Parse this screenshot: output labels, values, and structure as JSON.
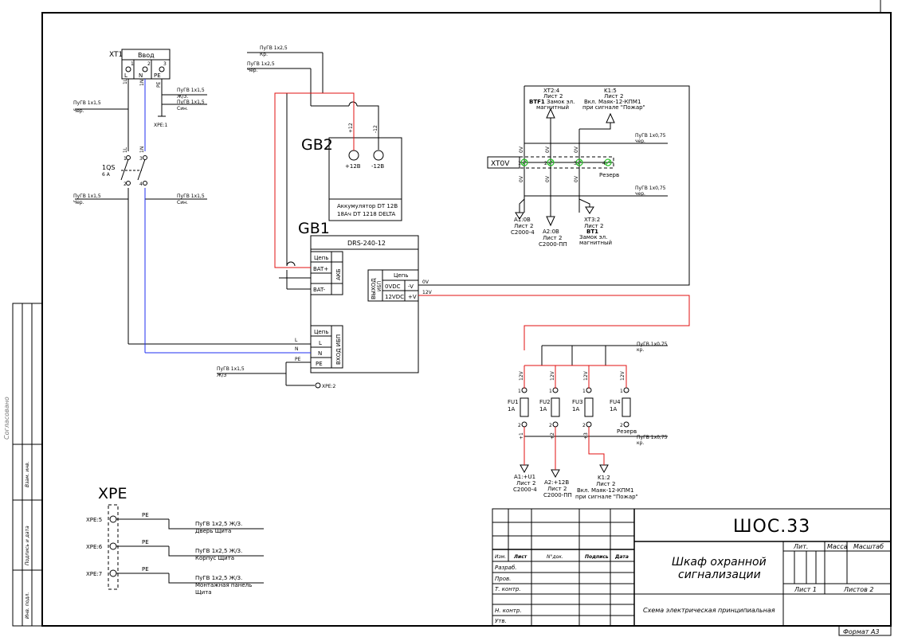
{
  "xt1": {
    "name": "XT1",
    "title": "Ввод",
    "pin_num": [
      "1",
      "2",
      "3"
    ],
    "pin_lbl": [
      "L",
      "N",
      "PE"
    ],
    "w1": "1L",
    "w2": "1N",
    "w3": "PE",
    "xpe": "XPE:1"
  },
  "cables": {
    "c1": "ПуГВ  1х1,5",
    "c1b": "Чер.",
    "c2": "ПуГВ  1х1,5",
    "c2b": "Ж/З.",
    "c3": "ПуГВ  1х1,5",
    "c3b": "Син.",
    "c4": "ПуГВ  1х1,5",
    "c4b": "Чер.",
    "c5": "ПуГВ  1х1,5",
    "c5b": "Син.",
    "top1": "ПуГВ  1х2,5",
    "top1b": "Кр.",
    "top2": "ПуГВ  1х2,5",
    "top2b": "Чер.",
    "pe1": "ПуГВ  1х1,5",
    "pe1b": "Ж/З",
    "xpe2": "XPE:2"
  },
  "qs": {
    "name": "1QS",
    "rating": "6 А",
    "w1": "1L",
    "w2": "1N",
    "p1": "1",
    "p2": "2",
    "p3": "3",
    "p4": "4"
  },
  "gb2": {
    "name": "GB2",
    "plus": "+12В",
    "minus": "-12В",
    "w_plus": "+12",
    "w_minus": "-12",
    "desc1": "Аккумулятор DT 12В",
    "desc2": "18Ач DT 1218  DELTA"
  },
  "gb1": {
    "name": "GB1",
    "model": "DRS-240-12",
    "akb": "АКБ",
    "chain": "Цепь",
    "bat_plus": "BAT+",
    "bat_minus": "BAT-",
    "out": "ВЫХОД",
    "ibp": "ИБП",
    "chain2": "Цепь",
    "v0": "0VDC",
    "v0s": "-V",
    "v12": "12VDC",
    "v12s": "+V",
    "in_lbl": "ВХОД ИБП",
    "chain3": "Цепь",
    "L": "L",
    "N": "N",
    "PE": "PE",
    "wL": "L",
    "wN": "N",
    "wPE": "PE",
    "w0": "0V",
    "w12": "12V"
  },
  "xt0v": {
    "name": "XT0V",
    "pins": [
      "1",
      "2",
      "3",
      "4"
    ],
    "w": "0V",
    "reserve": "Резерв",
    "top1a": "XT2:4",
    "top1b": "Лист 2",
    "top1c": "BTF1",
    "top1d": "Замок эл.",
    "top1e": "магнитный",
    "top2a": "K1:5",
    "top2b": "Лист 2",
    "top2c": "Вкл. Маяк-12-КПМ1",
    "top2d": "при сигнале \"Пожар\"",
    "cab1": "ПуГВ  1х0,75",
    "cab1b": "чер.",
    "cab2": "ПуГВ  1х0,75",
    "cab2b": "чер.",
    "b1a": "A1:0В",
    "b1b": "Лист 2",
    "b1c": "С2000-4",
    "b2a": "A2:0В",
    "b2b": "Лист 2",
    "b2c": "С2000-ПП",
    "b3a": "XT3:2",
    "b3b": "Лист 2",
    "b3c": "BT1",
    "b3d": "Замок эл.",
    "b3e": "магнитный"
  },
  "fuses": {
    "cab1": "ПуГВ  1х0,75",
    "cab1b": "кр.",
    "cab2": "ПуГВ  1х0,75",
    "cab2b": "кр.",
    "w12": "12V",
    "items": [
      {
        "n": "FU1",
        "r": "1А"
      },
      {
        "n": "FU2",
        "r": "1А"
      },
      {
        "n": "FU3",
        "r": "1А"
      },
      {
        "n": "FU4",
        "r": "1А"
      }
    ],
    "p1": "1",
    "p2": "2",
    "w1": "+1",
    "w2": "+2",
    "w3": "+3",
    "reserve": "Резерв",
    "b1a": "A1:+U1",
    "b1b": "Лист 2",
    "b1c": "С2000-4",
    "b2a": "A2:+12В",
    "b2b": "Лист 2",
    "b2c": "С2000-ПП",
    "b3a": "K1:2",
    "b3b": "Лист 2",
    "b3c": "Вкл. Маяк-12-КПМ1",
    "b3d": "при сигнале \"Пожар\""
  },
  "xpe": {
    "title": "XPE",
    "pe": "PE",
    "rows": [
      {
        "t": "XPE:5",
        "c": "ПуГВ  1х2,5  Ж/З.",
        "d": "Дверь Щита",
        "d2": ""
      },
      {
        "t": "XPE:6",
        "c": "ПуГВ  1х2,5  Ж/З.",
        "d": "Корпус Щита",
        "d2": ""
      },
      {
        "t": "XPE:7",
        "c": "ПуГВ  1х2,5  Ж/З.",
        "d": "Монтажная панель",
        "d2": "Щита"
      }
    ]
  },
  "stamp": {
    "code": "ШОС.33",
    "name1": "Шкаф охранной",
    "name2": "сигнализации",
    "scheme": "Схема электрическая принципиальная",
    "lit": "Лит.",
    "mass": "Масса",
    "scale": "Масштаб",
    "sheet": "Лист 1",
    "sheets": "Листов 2",
    "izm": "Изм.",
    "list": "Лист",
    "ndok": "N°док.",
    "podp": "Подпись",
    "data": "Дата",
    "razr": "Разраб.",
    "prov": "Пров.",
    "tkontr": "Т. контр.",
    "nkontr": "Н. контр.",
    "utv": "Утв.",
    "format": "Формат   А3"
  },
  "side": {
    "vzam": "Взам. инв.",
    "podp": "Подпись и дата",
    "inv": "Инв. подл.",
    "sogl": "Согласовано"
  }
}
